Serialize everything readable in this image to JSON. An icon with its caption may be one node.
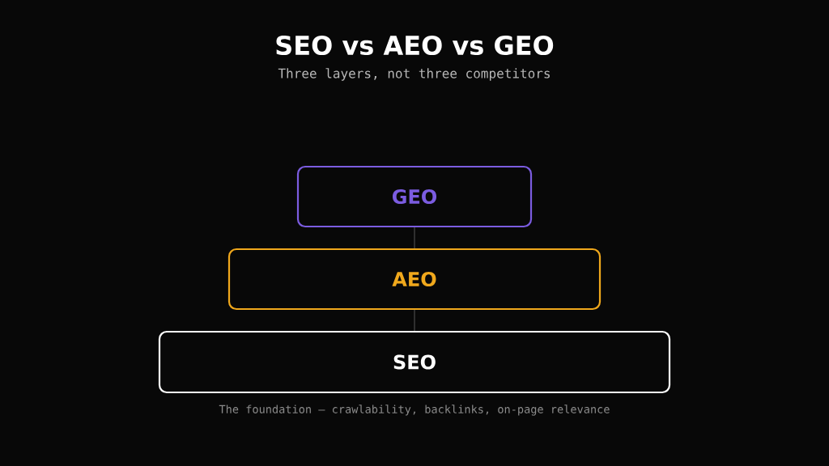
{
  "diagram": {
    "title": "SEO vs AEO vs GEO",
    "nodes": [
      {
        "text": [
          "GEO"
        ]
      },
      {
        "text": [
          "AEO"
        ]
      },
      {
        "text": [
          "SEO"
        ],
        "beside": [
          "The foundation — crawlability, backlinks, on-page relevance"
        ]
      }
    ],
    "edges": [
      {
        "from": 0,
        "to": 1,
        "arrow": "none"
      },
      {
        "from": 1,
        "to": 2,
        "arrow": "none"
      }
    ],
    "labels": [
      "Three layers, not three competitors"
    ]
  }
}
